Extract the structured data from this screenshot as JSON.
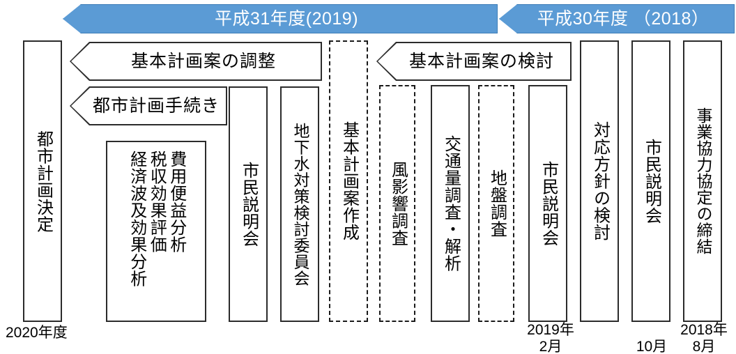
{
  "banners": [
    {
      "label": "平成31年度(2019)"
    },
    {
      "label": "平成30年度 （2018）"
    }
  ],
  "chevrons": [
    {
      "label": "基本計画案の調整"
    },
    {
      "label": "都市計画手続き"
    },
    {
      "label": "基本計画案の検討"
    }
  ],
  "boxes": {
    "toshi_keikaku_kettei": "都市計画決定",
    "analysis_col_1": "費用便益分析",
    "analysis_col_2": "税収効果評価",
    "analysis_col_3": "経済波及効果分析",
    "shimin_setsumeikai_1": "市民説明会",
    "chikasui": "地下水対策検討委員会",
    "kihon_keikakuan_sakusei": "基本計画案作成",
    "kaze_eikyo": "風影響調査",
    "kotsuryo": "交通量調査・解析",
    "jiban": "地盤調査",
    "shimin_setsumeikai_2": "市民説明会",
    "taio_hoshin": "対応方針の検討",
    "shimin_setsumeikai_3": "市民説明会",
    "jigyo_kyoryoku": "事業協力協定の締結"
  },
  "dates": {
    "d2020": "2020年度",
    "d2019_2": "2019年\n2月",
    "d2018_10": "10月",
    "d2018_8": "2018年\n8月"
  },
  "colors": {
    "banner_fill": "#5B9BD5",
    "banner_border": "#3C7CB6",
    "box_border": "#2b2b2b",
    "background": "#ffffff"
  }
}
